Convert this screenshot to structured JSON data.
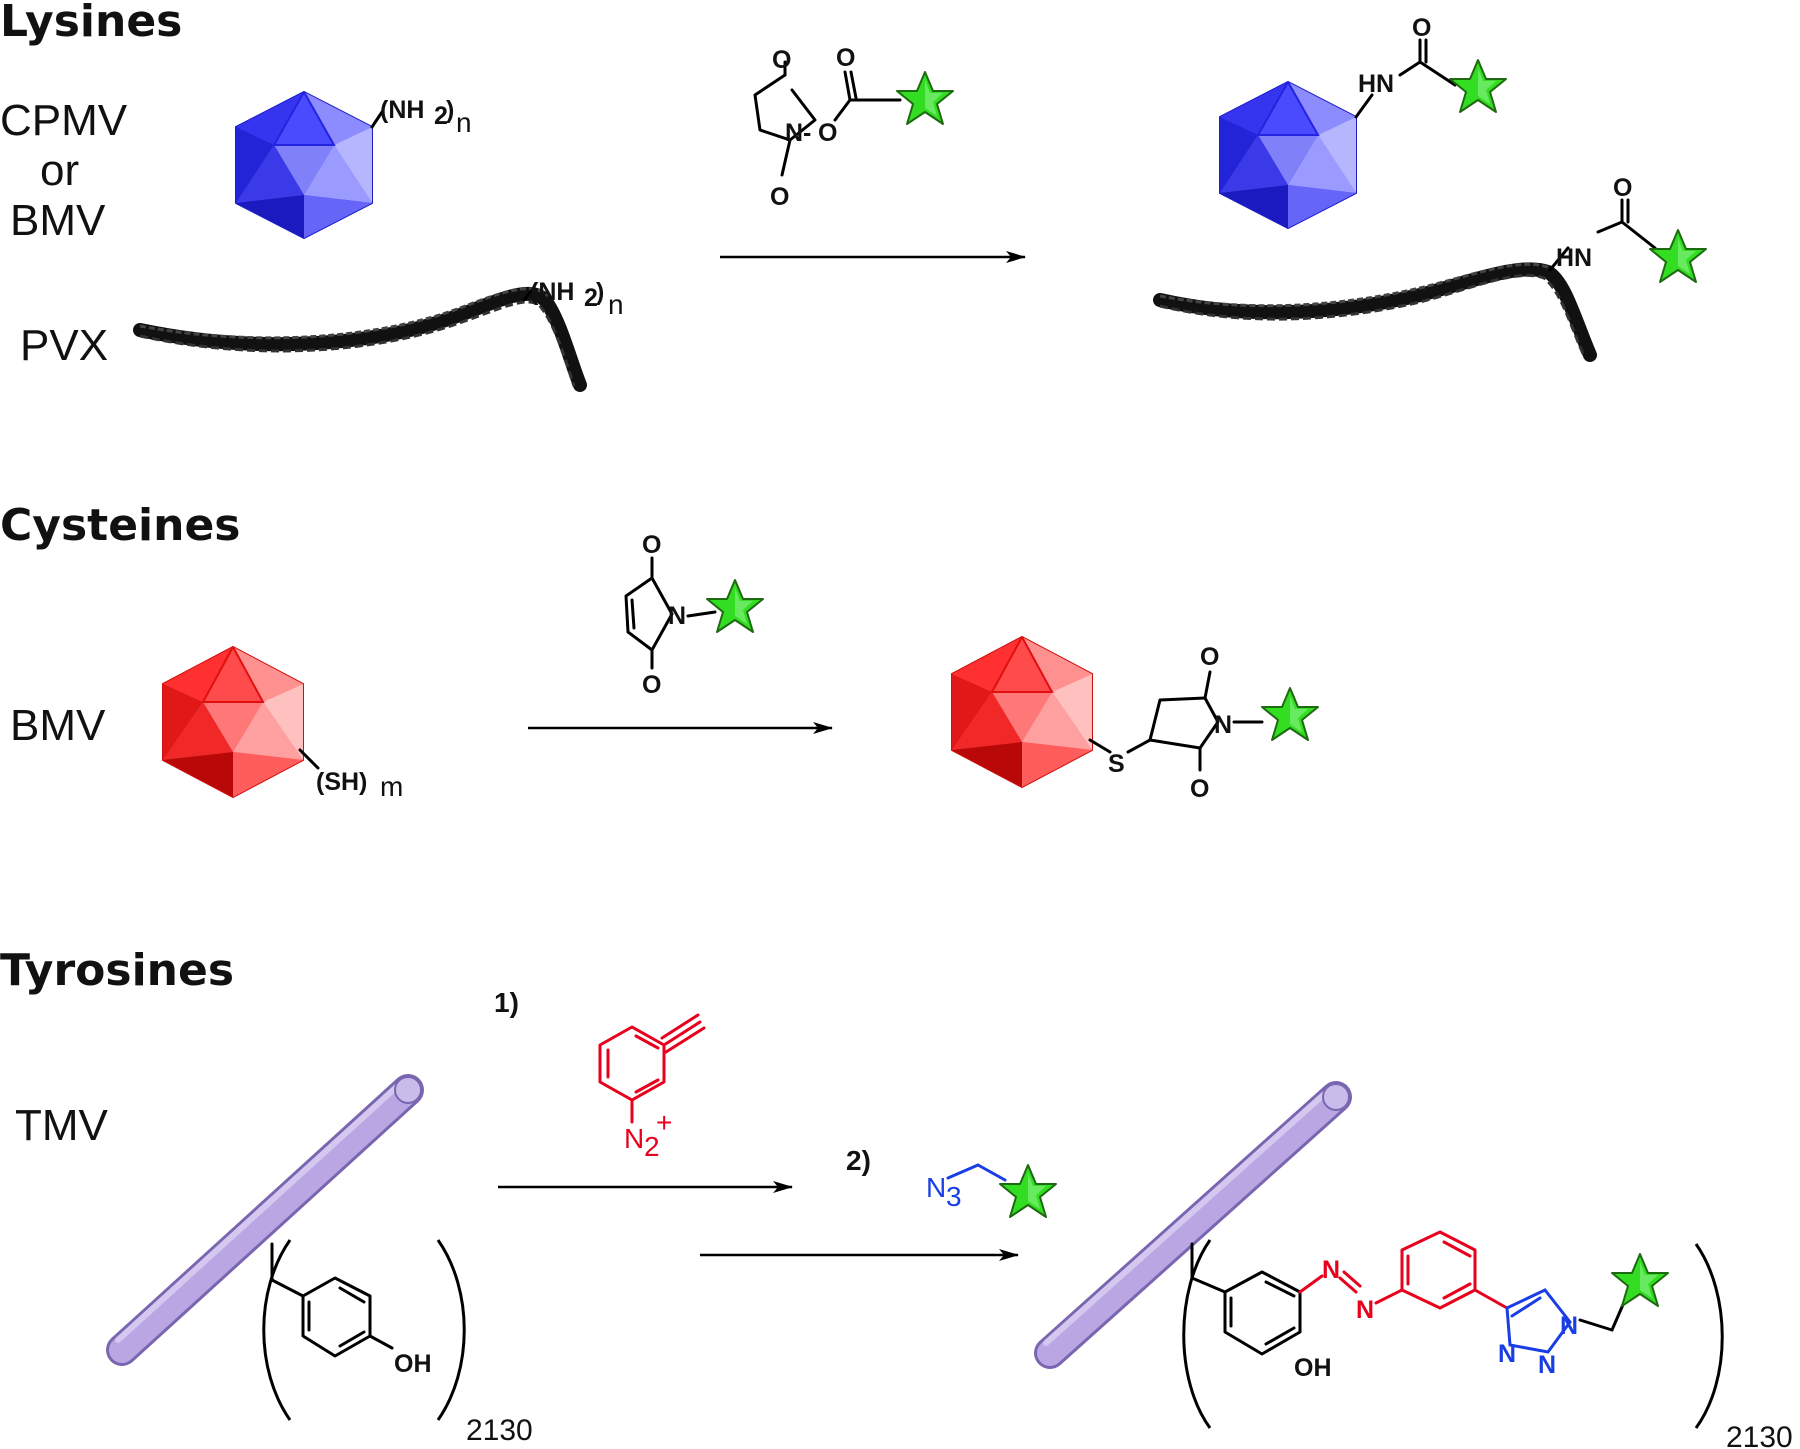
{
  "sections": {
    "lysines": {
      "title": "Lysines",
      "virus_labels": [
        "CPMV",
        "or",
        "BMV"
      ],
      "pvx_label": "PVX",
      "amine_group": "(NH",
      "amine_sub": "2",
      "amine_close": ")",
      "amine_n": "n",
      "reagent_atoms": {
        "o_top": "O",
        "o_bottom": "O",
        "n": "N",
        "o_link": "O",
        "o_ester": "O",
        "dash": "-"
      },
      "product_atoms": {
        "hn": "HN",
        "o": "O"
      }
    },
    "cysteines": {
      "title": "Cysteines",
      "virus_label": "BMV",
      "thiol_group": "(SH)",
      "thiol_m": "m",
      "reagent_atoms": {
        "o_top": "O",
        "o_bottom": "O",
        "n": "N"
      },
      "product_atoms": {
        "s": "S",
        "o_top": "O",
        "o_bottom": "O",
        "n": "N"
      }
    },
    "tyrosines": {
      "title": "Tyrosines",
      "virus_label": "TMV",
      "step1": "1)",
      "step2": "2)",
      "diazonium": "N",
      "diazonium_sub": "2",
      "diazonium_sup": "+",
      "azide": "N",
      "azide_sub": "3",
      "oh": "OH",
      "repeat_count": "2130",
      "product_atoms": {
        "n_azo_1": "N",
        "n_azo_2": "N",
        "n_triazole_1": "N",
        "n_triazole_2": "N",
        "n_triazole_3": "N",
        "oh": "OH"
      }
    }
  },
  "colors": {
    "lysine_capsid": "#2f2fe8",
    "cysteine_capsid": "#e8191e",
    "tmv_rod": "#a48fd0",
    "star": "#33dd22",
    "azo_red": "#e8001c",
    "azide_blue": "#1a3ee6"
  },
  "icons": [
    "icosahedron-icon",
    "flexible-rod-icon",
    "rigid-rod-icon",
    "fluorophore-star-icon",
    "reaction-arrow-icon"
  ]
}
